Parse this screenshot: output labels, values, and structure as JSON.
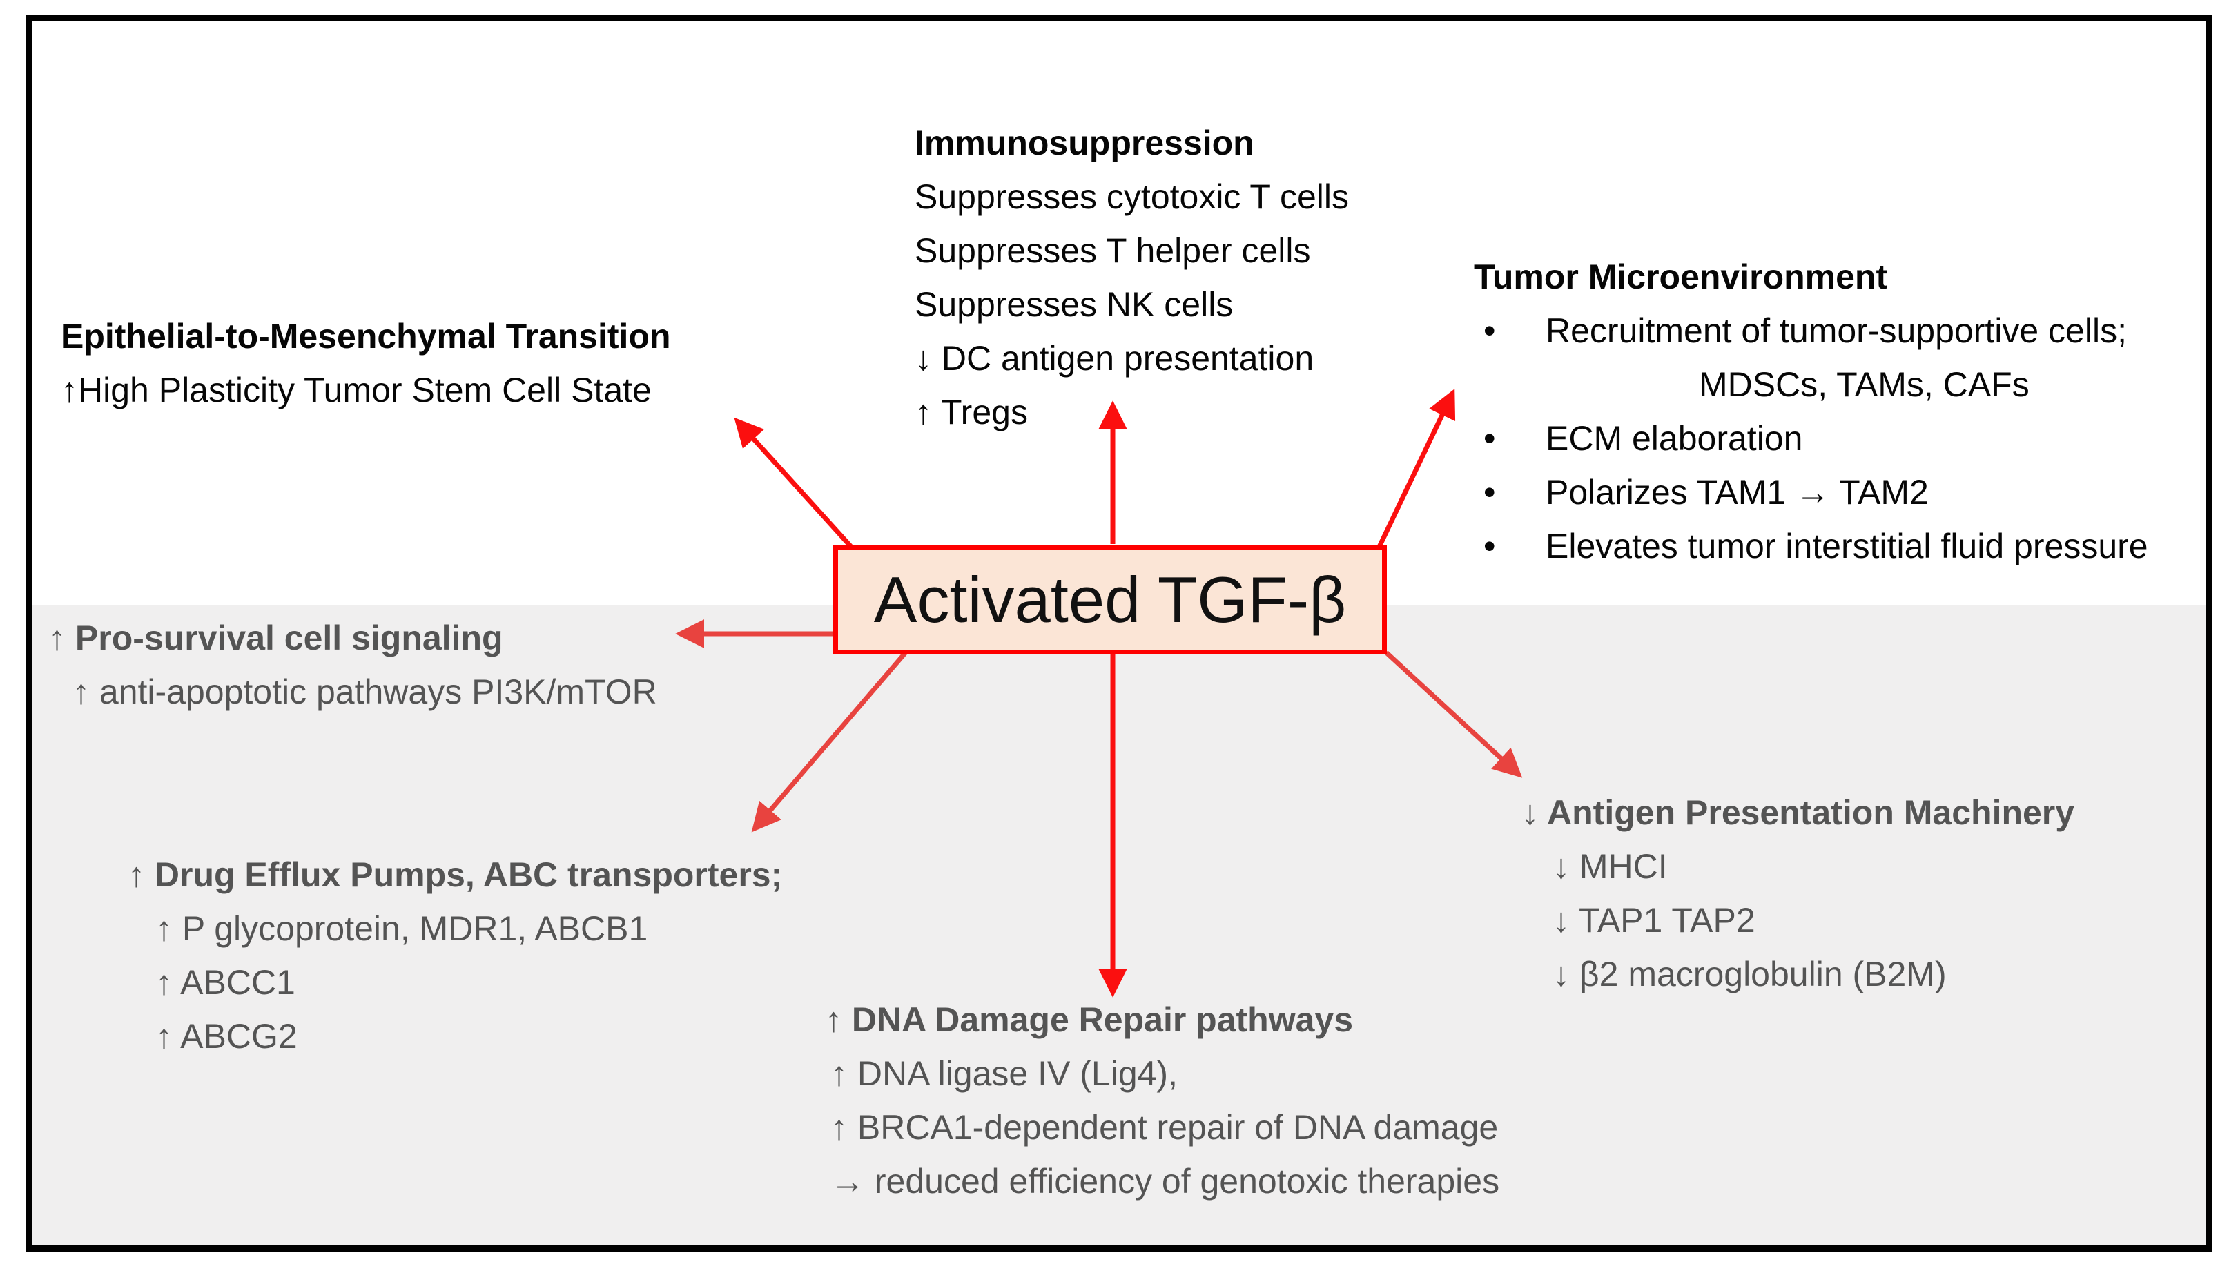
{
  "center": {
    "label": "Activated TGF-β"
  },
  "emt": {
    "heading": "Epithelial-to-Mesenchymal Transition",
    "line": "↑High Plasticity Tumor Stem Cell State"
  },
  "immuno": {
    "heading": "Immunosuppression",
    "lines": [
      "Suppresses cytotoxic T cells",
      "Suppresses T helper cells",
      "Suppresses NK cells",
      "↓ DC antigen presentation",
      "↑ Tregs"
    ]
  },
  "tme": {
    "heading": "Tumor Microenvironment",
    "bullet_char": "•",
    "bullets": [
      "Recruitment of tumor-supportive cells;",
      "ECM elaboration",
      "Polarizes TAM1 → TAM2",
      "Elevates tumor interstitial fluid pressure"
    ],
    "recruitment_sub": "MDSCs, TAMs, CAFs"
  },
  "prosurvival": {
    "heading": "↑ Pro-survival cell signaling",
    "line": "↑ anti-apoptotic pathways PI3K/mTOR"
  },
  "drug": {
    "heading": "↑ Drug Efflux Pumps, ABC transporters;",
    "lines": [
      "↑ P glycoprotein, MDR1, ABCB1",
      "↑ ABCC1",
      "↑ ABCG2"
    ]
  },
  "dna": {
    "heading": "↑ DNA Damage Repair pathways",
    "lines": [
      "↑ DNA ligase IV (Lig4),",
      "↑ BRCA1-dependent repair of DNA damage",
      "→ reduced efficiency of genotoxic therapies"
    ]
  },
  "antigen": {
    "heading": "↓ Antigen Presentation Machinery",
    "lines": [
      "↓ MHCI",
      "↓ TAP1 TAP2",
      "↓ β2 macroglobulin (B2M)"
    ]
  },
  "colors": {
    "frame": "#000000",
    "band_background": "#f0efef",
    "box_fill": "#fbe5d6",
    "box_border": "#fe0000",
    "arrow_bright": "#fb0f0f",
    "arrow_soft": "#e8433f",
    "top_text": "#060606",
    "bottom_text": "#545454"
  }
}
